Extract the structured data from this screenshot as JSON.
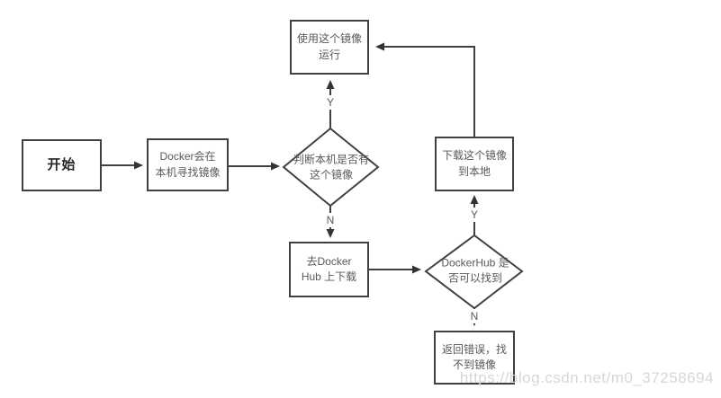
{
  "diagram": {
    "nodes": {
      "start": {
        "label": "开始",
        "type": "terminator"
      },
      "find_local": {
        "label": "Docker会在\n本机寻找镜像",
        "type": "process"
      },
      "decision_local": {
        "label": "判断本机是否有\n这个镜像",
        "type": "decision"
      },
      "run_image": {
        "label": "使用这个镜像\n运行",
        "type": "process"
      },
      "goto_hub": {
        "label": "去Docker\nHub 上下载",
        "type": "process"
      },
      "decision_hub": {
        "label": "DockerHub 是\n否可以找到",
        "type": "decision"
      },
      "download": {
        "label": "下载这个镜像\n到本地",
        "type": "process"
      },
      "error": {
        "label": "返回错误，找\n不到镜像",
        "type": "process"
      }
    },
    "edge_labels": {
      "local_yes": "Y",
      "local_no": "N",
      "hub_yes": "Y",
      "hub_no": "N"
    },
    "colors": {
      "background": "#ffffff",
      "line": "#404040",
      "node_border": "#404040",
      "node_fill": "#ffffff",
      "text": "#595959",
      "start_text": "#262626",
      "watermark": "#d7d7d7"
    },
    "watermark": "https://blog.csdn.net/m0_37258694"
  }
}
